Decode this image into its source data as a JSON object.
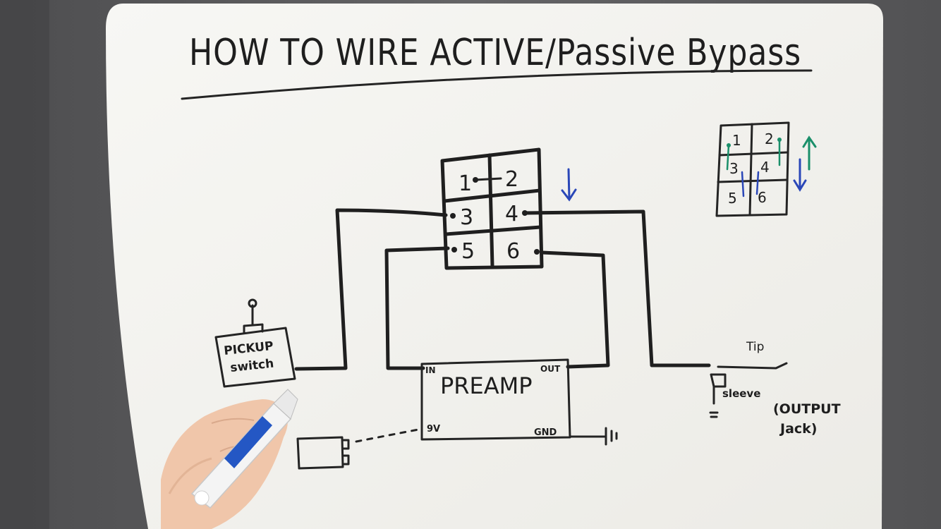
{
  "title": "HOW TO WIRE ACTIVE/Passive Bypass",
  "switch_main": {
    "lugs": [
      "1",
      "2",
      "3",
      "4",
      "5",
      "6"
    ]
  },
  "switch_legend": {
    "lugs": [
      "1",
      "2",
      "3",
      "4",
      "5",
      "6"
    ]
  },
  "pickup_switch": {
    "line1": "PICKUP",
    "line2": "switch"
  },
  "preamp": {
    "label": "PREAMP",
    "in_label": "IN",
    "out_label": "OUT",
    "power_label": "9V",
    "ground_label": "GND"
  },
  "output_jack": {
    "tip_label": "Tip",
    "sleeve_label": "sleeve",
    "line1": "(OUTPUT",
    "line2": "Jack)"
  },
  "colors": {
    "board": "#f4f4f0",
    "ink": "#1f1f1f",
    "blue_ink": "#2a47b8",
    "green_ink": "#1a8f6a",
    "fabric": "#5a5a5c",
    "marker_body": "#f2f2f2",
    "marker_label": "#2457c4",
    "skin": "#f2c8ad"
  },
  "icons": [
    "down-arrow-icon",
    "up-arrow-icon",
    "ground-icon",
    "battery-icon",
    "marker-icon",
    "toggle-lever-icon"
  ]
}
